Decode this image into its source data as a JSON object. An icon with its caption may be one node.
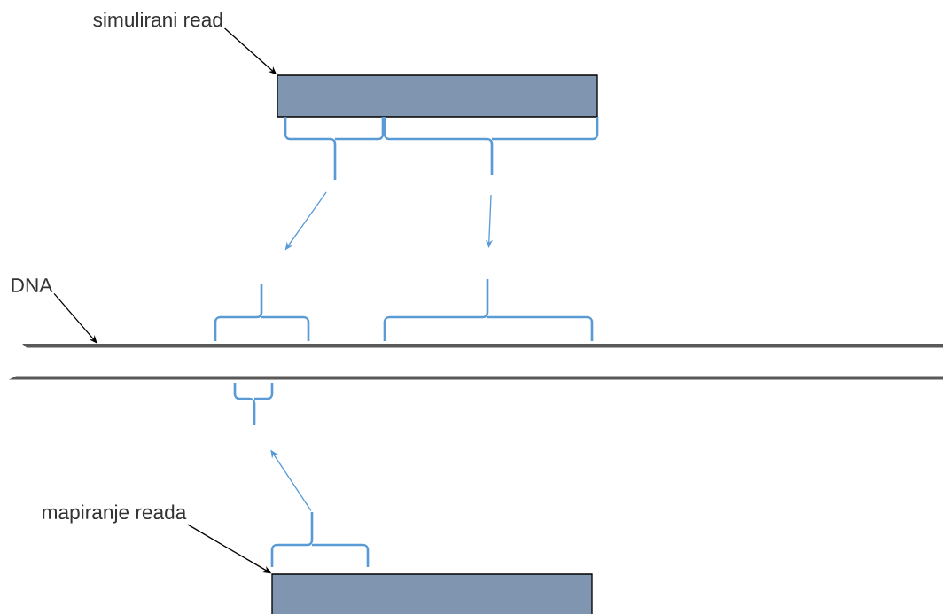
{
  "diagram": {
    "nodes": [
      {
        "text": [
          "simulirani read"
        ]
      },
      {
        "text": [],
        "shape": "box"
      },
      {
        "text": [],
        "shape": "brace"
      },
      {
        "text": [],
        "shape": "brace"
      },
      {
        "text": [
          "DNA"
        ]
      },
      {
        "text": [],
        "shape": "bar"
      },
      {
        "text": [],
        "shape": "brace"
      },
      {
        "text": [],
        "shape": "brace"
      },
      {
        "text": [],
        "shape": "brace"
      },
      {
        "text": [
          "mapiranje reada"
        ]
      },
      {
        "text": [],
        "shape": "brace"
      },
      {
        "text": [],
        "shape": "box"
      }
    ],
    "edges": [
      {
        "from": 0,
        "to": 1,
        "arrow": "to",
        "color": "#000000"
      },
      {
        "from": 2,
        "to": 6,
        "arrow": "to",
        "color": "#5b9bd5"
      },
      {
        "from": 3,
        "to": 7,
        "arrow": "to",
        "color": "#5b9bd5"
      },
      {
        "from": 4,
        "to": 5,
        "arrow": "to",
        "color": "#000000"
      },
      {
        "from": 10,
        "to": 8,
        "arrow": "to",
        "color": "#5b9bd5"
      },
      {
        "from": 9,
        "to": 11,
        "arrow": "to",
        "color": "#000000"
      }
    ]
  }
}
